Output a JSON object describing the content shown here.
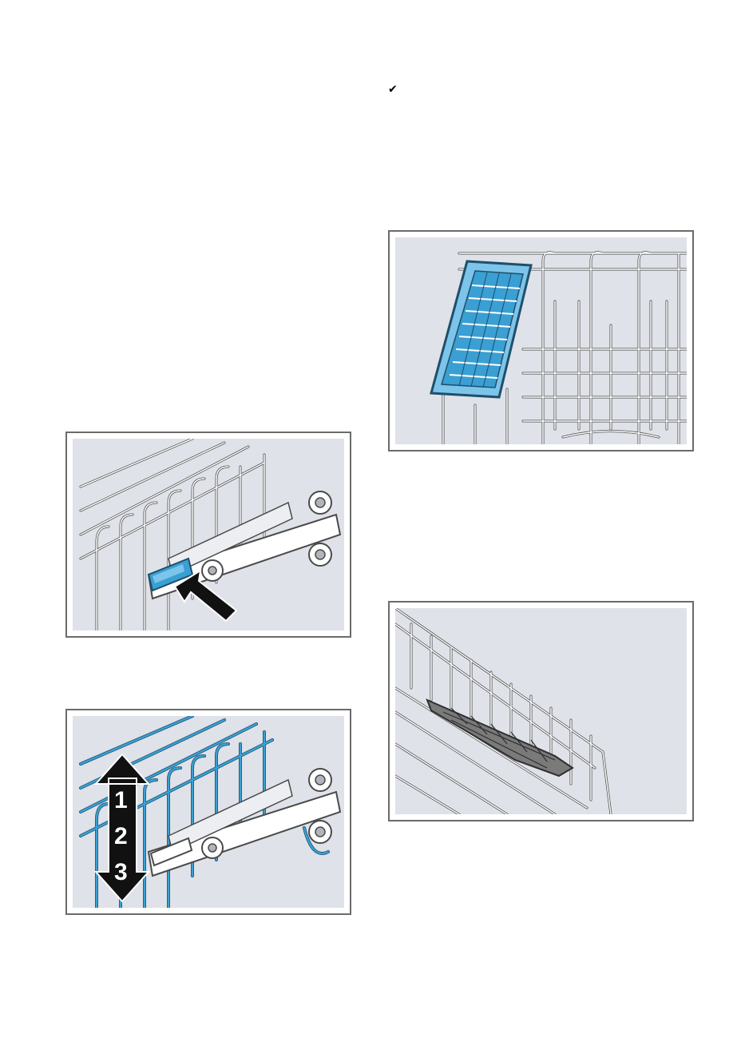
{
  "page": {
    "check_mark_icon": "check-mark-icon"
  },
  "figures": {
    "pull_latch": {
      "icon": "push-arrow-icon",
      "accent_color": "#3a9fd3"
    },
    "height_adjust": {
      "icon": "double-arrow-icon",
      "steps": [
        "1",
        "2",
        "3"
      ],
      "accent_color": "#3a9fd3"
    },
    "cutlery_basket": {
      "accent_color": "#3a9fd3"
    },
    "folding_rows": {
      "accent_color": "#7a7a7a"
    }
  },
  "colors": {
    "panel_background": "#dfe2e8",
    "frame": "#6b6b6b",
    "highlight_blue": "#3a9fd3",
    "wire": "#ffffff",
    "outline": "#4a4a4a"
  }
}
